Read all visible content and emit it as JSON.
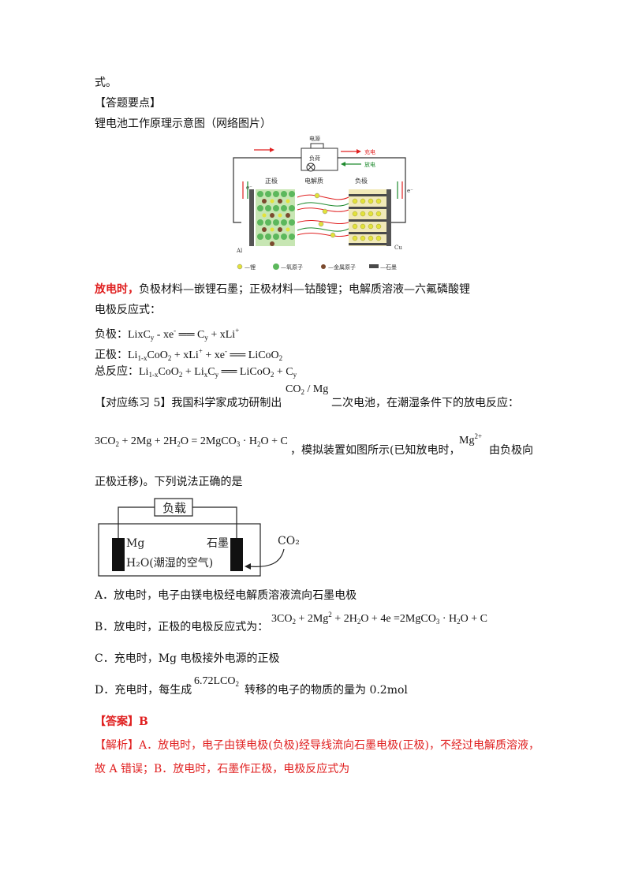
{
  "lines": {
    "l1": "式。",
    "l2": "【答题要点】",
    "l3": "锂电池工作原理示意图（网络图片）",
    "l4_red": "放电时，",
    "l4_rest": "负极材料—嵌锂石墨；正极材料—钴酸锂；电解质溶液—六氟磷酸锂",
    "l5": "电极反应式：",
    "neg_label": "负极：",
    "pos_label": "正极：",
    "total_label": "总反应：",
    "ex_prefix": "【对应练习 5】我国科学家成功研制出",
    "ex_mid": "二次电池，在潮湿条件下的放电反应：",
    "ex_line2_rest": "，模拟装置如图所示(已知放电时，",
    "ex_line2_end": "由负极向",
    "ex_line3": "正极迁移)。下列说法正确的是",
    "opt_a": "A．放电时，电子由镁电极经电解质溶液流向石墨电极",
    "opt_b": "B．放电时，正极的电极反应式为：",
    "opt_c": "C．充电时，Mg 电极接外电源的正极",
    "opt_d_pre": "D．充电时，每生成",
    "opt_d_post": "转移的电子的物质的量为 0.2mol",
    "answer": "【答案】B",
    "analysis1": "【解析】A．放电时，电子由镁电极(负极)经导线流向石墨电极(正极)，不经过电解质溶液，",
    "analysis2": "故 A 错误；B．放电时，石墨作正极，电极反应式为"
  },
  "fig1": {
    "power": "电源",
    "load": "负荷",
    "charge": "充电",
    "discharge": "放电",
    "positive": "正极",
    "electrolyte": "电解质",
    "negative": "负极",
    "al": "Al",
    "cu": "Cu",
    "e": "e⁻",
    "legend": [
      "—锂",
      "—氧原子",
      "—金属原子",
      "—石墨"
    ]
  },
  "fig2": {
    "load": "负载",
    "mg": "Mg",
    "graphite": "石墨",
    "electrolyte": "H₂O(潮湿的空气)",
    "co2": "CO₂"
  },
  "colors": {
    "red": "#e02020",
    "lithium": "#e3e23a",
    "oxygen": "#5cb85c",
    "metal": "#7b4a2e"
  }
}
